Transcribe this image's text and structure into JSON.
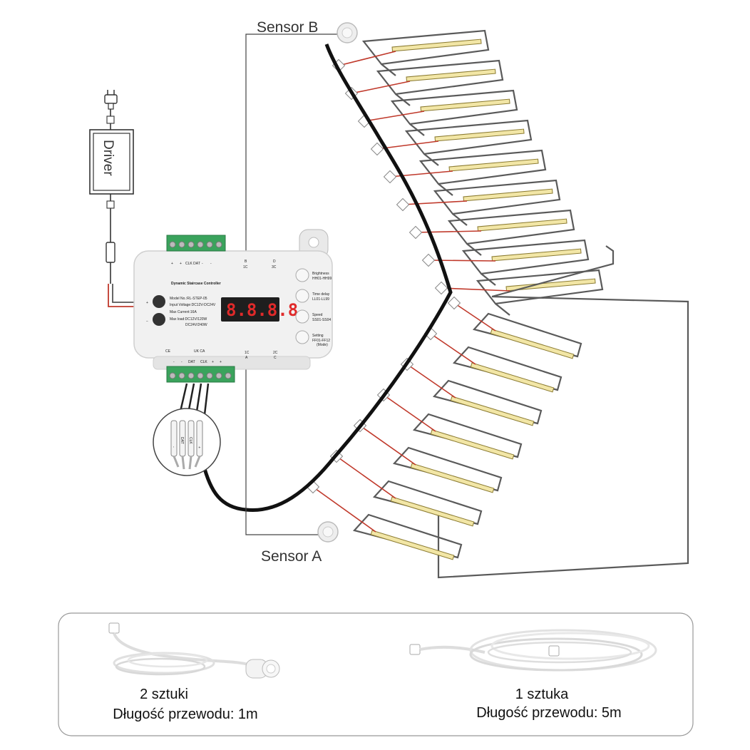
{
  "labels": {
    "sensor_b": "Sensor B",
    "sensor_a": "Sensor A",
    "driver": "Driver"
  },
  "controller": {
    "title": "Dynamic Staircase Controller",
    "display": "8.8.8.8",
    "specs": [
      "Model No.:RL-STEP-05",
      "Input Voltage:DC12V-DC24V",
      "Max Current:16A",
      "Max load:DC12V/120W",
      "DC24V/240W"
    ],
    "top_terminal_labels": [
      "+",
      "+",
      "CLK DAT",
      "-",
      "-"
    ],
    "bottom_terminal_labels": [
      "-",
      "-",
      "DAT",
      "CLK",
      "+",
      "+"
    ],
    "port_top_left": [
      "B",
      "1C"
    ],
    "port_top_right": [
      "D",
      "3C"
    ],
    "port_bottom_left": [
      "1C",
      "A"
    ],
    "port_bottom_right": [
      "2C",
      "C"
    ],
    "buttons": [
      {
        "label": "Brightness",
        "range": "HH01-HH99"
      },
      {
        "label": "Time delay",
        "range": "LL01-LL99"
      },
      {
        "label": "Speed",
        "range": "SS01-SS04"
      },
      {
        "label": "Setting",
        "range": "FF01-FF12",
        "extra": "(Mode)"
      }
    ],
    "marks": [
      "CE",
      "UK CA"
    ]
  },
  "wire_callout": [
    "-",
    "DAT",
    "CLK",
    "+"
  ],
  "accessories": [
    {
      "count": "2 sztuki",
      "length": "Długość przewodu: 1m"
    },
    {
      "count": "1 sztuka",
      "length": "Długość przewodu: 5m"
    }
  ],
  "colors": {
    "led": "#f2e6a6",
    "red_wire": "#c0392b",
    "terminal": "#3aa35c",
    "stair_line": "#5a5a5a"
  }
}
